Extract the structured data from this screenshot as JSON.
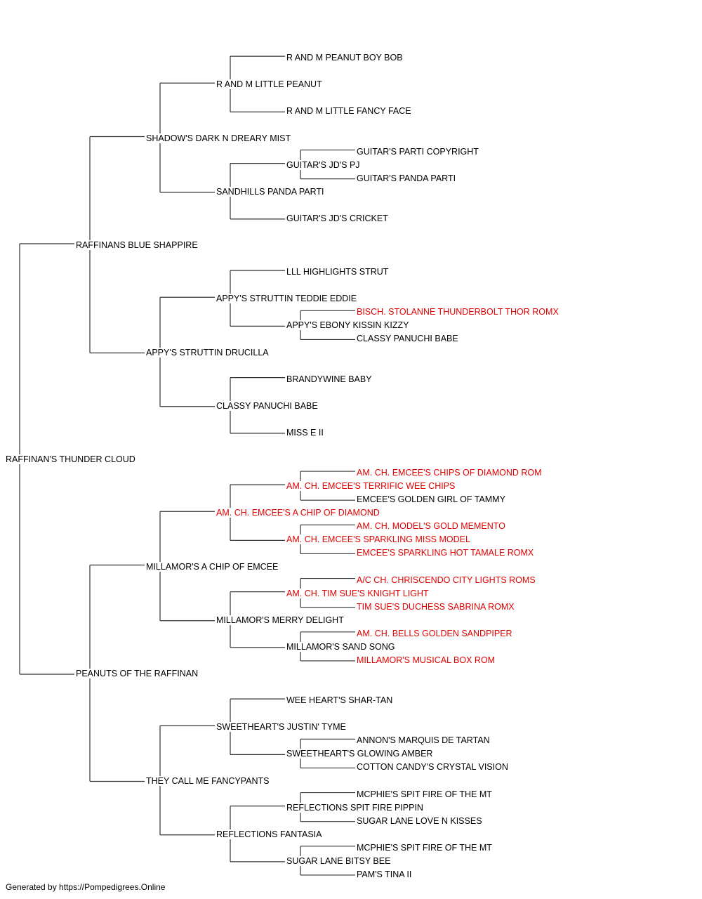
{
  "colors": {
    "champion": "#e00000",
    "normal": "#000000",
    "lines": "#333333"
  },
  "pedigree": {
    "name": "RAFFINAN'S THUNDER CLOUD",
    "champion": false,
    "sire": {
      "name": "RAFFINANS BLUE SHAPPIRE",
      "champion": false,
      "sire": {
        "name": "SHADOW'S DARK N DREARY MIST",
        "champion": false,
        "sire": {
          "name": "R AND M LITTLE PEANUT",
          "champion": false,
          "sire": {
            "name": "R AND M PEANUT BOY BOB",
            "champion": false
          },
          "dam": {
            "name": "R AND M LITTLE FANCY FACE",
            "champion": false
          }
        },
        "dam": {
          "name": "SANDHILLS PANDA PARTI",
          "champion": false,
          "sire": {
            "name": "GUITAR'S JD'S PJ",
            "champion": false,
            "sire": {
              "name": "GUITAR'S PARTI COPYRIGHT",
              "champion": false
            },
            "dam": {
              "name": "GUITAR'S PANDA PARTI",
              "champion": false
            }
          },
          "dam": {
            "name": "GUITAR'S JD'S CRICKET",
            "champion": false
          }
        }
      },
      "dam": {
        "name": "APPY'S STRUTTIN DRUCILLA",
        "champion": false,
        "sire": {
          "name": "APPY'S STRUTTIN TEDDIE EDDIE",
          "champion": false,
          "sire": {
            "name": "LLL HIGHLIGHTS STRUT",
            "champion": false
          },
          "dam": {
            "name": "APPY'S EBONY KISSIN KIZZY",
            "champion": false,
            "sire": {
              "name": "BISCH. STOLANNE THUNDERBOLT THOR ROMX",
              "champion": true
            },
            "dam": {
              "name": "CLASSY PANUCHI BABE",
              "champion": false
            }
          }
        },
        "dam": {
          "name": "CLASSY PANUCHI BABE",
          "champion": false,
          "sire": {
            "name": "BRANDYWINE BABY",
            "champion": false
          },
          "dam": {
            "name": "MISS E II",
            "champion": false
          }
        }
      }
    },
    "dam": {
      "name": "PEANUTS OF THE RAFFINAN",
      "champion": false,
      "sire": {
        "name": "MILLAMOR'S A CHIP OF EMCEE",
        "champion": false,
        "sire": {
          "name": "AM. CH. EMCEE'S A CHIP OF DIAMOND",
          "champion": true,
          "sire": {
            "name": "AM. CH. EMCEE'S TERRIFIC WEE CHIPS",
            "champion": true,
            "sire": {
              "name": "AM. CH. EMCEE'S CHIPS OF DIAMOND ROM",
              "champion": true
            },
            "dam": {
              "name": "EMCEE'S GOLDEN GIRL OF TAMMY",
              "champion": false
            }
          },
          "dam": {
            "name": "AM. CH. EMCEE'S SPARKLING MISS MODEL",
            "champion": true,
            "sire": {
              "name": "AM. CH. MODEL'S GOLD MEMENTO",
              "champion": true
            },
            "dam": {
              "name": "EMCEE'S SPARKLING HOT TAMALE ROMX",
              "champion": true
            }
          }
        },
        "dam": {
          "name": "MILLAMOR'S MERRY DELIGHT",
          "champion": false,
          "sire": {
            "name": "AM. CH. TIM SUE'S KNIGHT LIGHT",
            "champion": true,
            "sire": {
              "name": "A/C CH. CHRISCENDO CITY LIGHTS ROMS",
              "champion": true
            },
            "dam": {
              "name": "TIM SUE'S DUCHESS SABRINA ROMX",
              "champion": true
            }
          },
          "dam": {
            "name": "MILLAMOR'S SAND SONG",
            "champion": false,
            "sire": {
              "name": "AM. CH. BELLS GOLDEN SANDPIPER",
              "champion": true
            },
            "dam": {
              "name": "MILLAMOR'S MUSICAL BOX ROM",
              "champion": true
            }
          }
        }
      },
      "dam": {
        "name": "THEY CALL ME FANCYPANTS",
        "champion": false,
        "sire": {
          "name": "SWEETHEART'S JUSTIN' TYME",
          "champion": false,
          "sire": {
            "name": "WEE HEART'S SHAR-TAN",
            "champion": false
          },
          "dam": {
            "name": "SWEETHEART'S GLOWING AMBER",
            "champion": false,
            "sire": {
              "name": "ANNON'S MARQUIS DE TARTAN",
              "champion": false
            },
            "dam": {
              "name": "COTTON CANDY'S CRYSTAL VISION",
              "champion": false
            }
          }
        },
        "dam": {
          "name": "REFLECTIONS FANTASIA",
          "champion": false,
          "sire": {
            "name": "REFLECTIONS SPIT FIRE PIPPIN",
            "champion": false,
            "sire": {
              "name": "MCPHIE'S SPIT FIRE OF THE MT",
              "champion": false
            },
            "dam": {
              "name": "SUGAR LANE LOVE N KISSES",
              "champion": false
            }
          },
          "dam": {
            "name": "SUGAR LANE BITSY BEE",
            "champion": false,
            "sire": {
              "name": "MCPHIE'S SPIT FIRE OF THE MT",
              "champion": false
            },
            "dam": {
              "name": "PAM'S TINA II",
              "champion": false
            }
          }
        }
      }
    }
  },
  "footer": "Generated by https://Pompedigrees.Online"
}
